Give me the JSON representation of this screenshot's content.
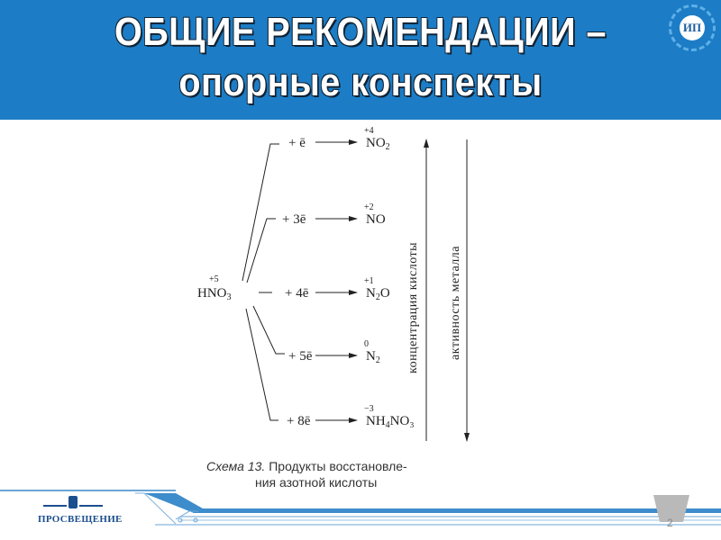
{
  "header": {
    "title_line1": "ОБЩИЕ РЕКОМЕНДАЦИИ –",
    "title_line2": "опорные конспекты",
    "logo_text": "ИП",
    "color": "#1c7dc6"
  },
  "scheme": {
    "reactant": {
      "formula": "HNO",
      "sub": "3",
      "ox": "+5"
    },
    "rows": [
      {
        "electrons": "+ ē",
        "product": "NO",
        "sub": "2",
        "tail": "",
        "ox": "+4"
      },
      {
        "electrons": "+ 3ē",
        "product": "NO",
        "sub": "",
        "tail": "",
        "ox": "+2"
      },
      {
        "electrons": "+ 4ē",
        "product": "N",
        "sub": "2",
        "tail": "O",
        "ox": "+1"
      },
      {
        "electrons": "+ 5ē",
        "product": "N",
        "sub": "2",
        "tail": "",
        "ox": "0"
      },
      {
        "electrons": "+ 8ē",
        "product": "NH",
        "sub": "4",
        "tail": "NO₃",
        "ox": "−3"
      }
    ],
    "axis_up_label": "концентрация кислоты",
    "axis_down_label": "активность металла",
    "caption_line1_italic": "Схема 13.",
    "caption_line1": " Продукты восстановле-",
    "caption_line2": "ния азотной кислоты"
  },
  "footer": {
    "brand": "ПРОСВЕЩЕНИЕ",
    "page_number": "2"
  }
}
